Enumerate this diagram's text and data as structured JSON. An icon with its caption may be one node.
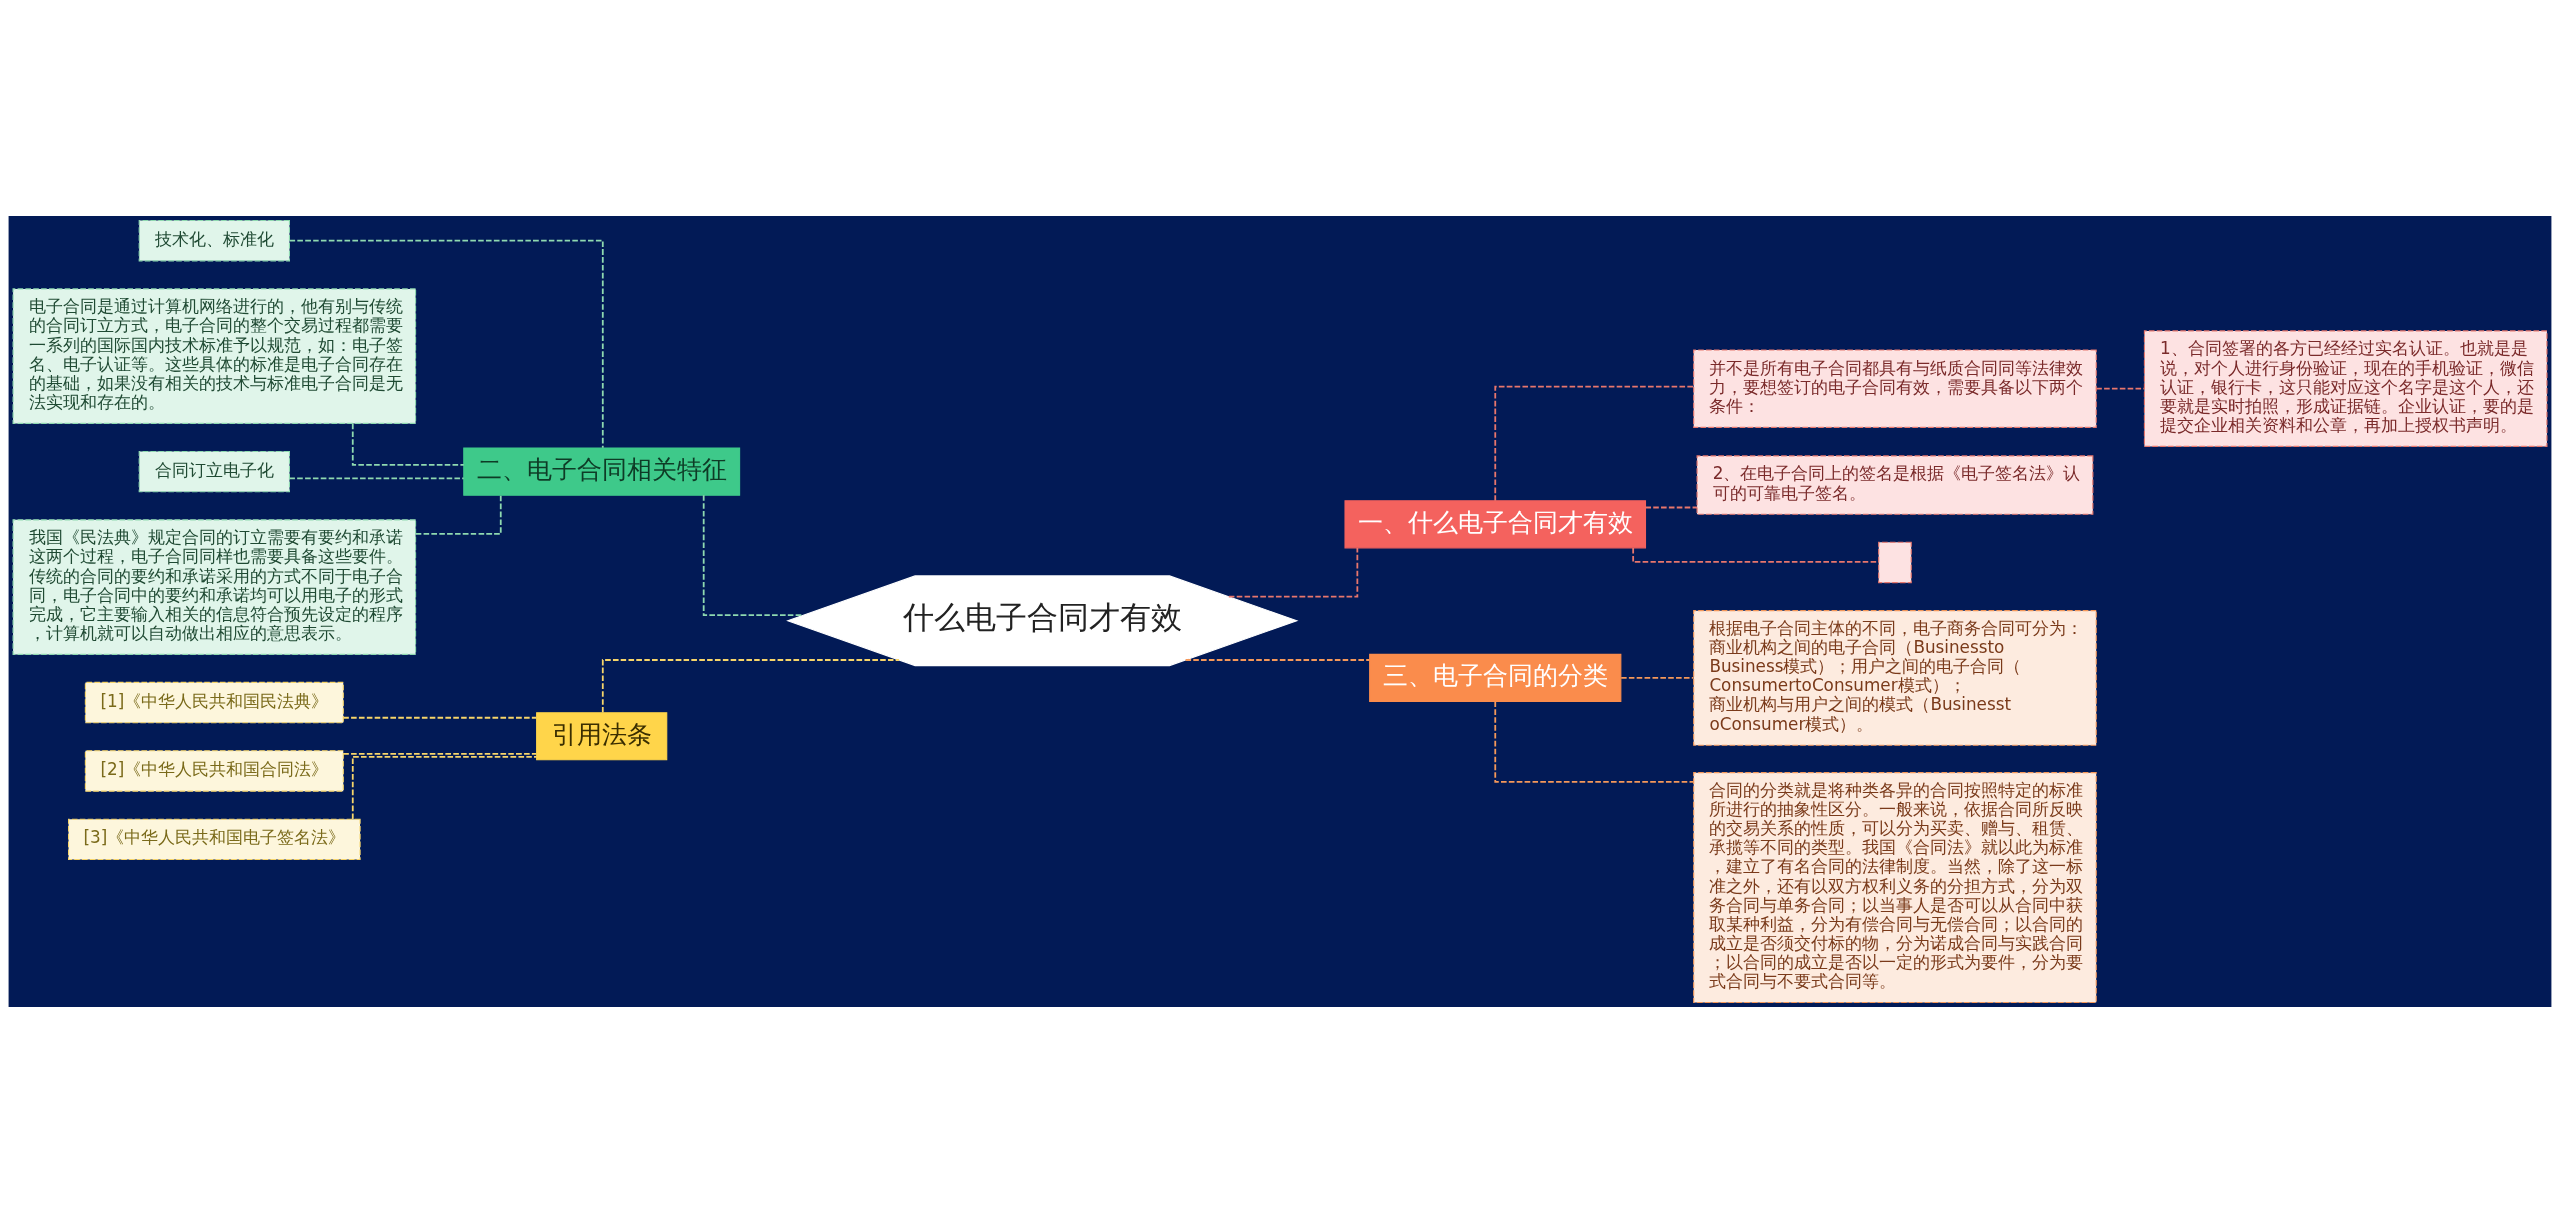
{
  "diagram": {
    "nodes": [
      {
        "text": [
          "什么电子合同才有效"
        ]
      },
      {
        "text": [
          "一、什么电子合同才有效"
        ]
      },
      {
        "text": [
          "并不是所有电子合同都具有与纸质合同同等法律效力，要想签订的电子合同有效，需要具备以下两个条件："
        ]
      },
      {
        "text": [
          "1、合同签署的各方已经经过实名认证。也就是是说，对个人进行身份验证，现在的手机验证，微信认证，银行卡，这只能对应这个名字是这个人，还要就是实时拍照，形成证据链。企业认证，要的是提交企业相关资料和公章，再加上授权书声明。"
        ]
      },
      {
        "text": [
          "2、在电子合同上的签名是根据《电子签名法》认可的可靠电子签名。"
        ]
      },
      {
        "text": [],
        "shape": "box"
      },
      {
        "text": [
          "三、电子合同的分类"
        ]
      },
      {
        "text": [
          "根据电子合同主体的不同，电子商务合同可分为：商业机构之间的电子合同（BusinesstoBusiness模式）；用户之间的电子合同（ConsumertoConsumer模式）；商业机构与用户之间的模式（BusinesstoConsumer模式）。"
        ]
      },
      {
        "text": [
          "合同的分类就是将种类各异的合同按照特定的标准所进行的抽象性区分。一般来说，依据合同所反映的交易关系的性质，可以分为买卖、赠与、租赁、承揽等不同的类型。我国《合同法》就以此为标准，建立了有名合同的法律制度。当然，除了这一标准之外，还有以双方权利义务的分担方式，分为双务合同与单务合同；以当事人是否可以从合同中获取某种利益，分为有偿合同与无偿合同；以合同的成立是否须交付标的物，分为诺成合同与实践合同；以合同的成立是否以一定的形式为要件，分为要式合同与不要式合同等。"
        ]
      },
      {
        "text": [
          "二、电子合同相关特征"
        ]
      },
      {
        "text": [
          "技术化、标准化"
        ]
      },
      {
        "text": [
          "电子合同是通过计算机网络进行的，他有别与传统的合同订立方式，电子合同的整个交易过程都需要一系列的国际国内技术标准予以规范，如：电子签名、电子认证等。这些具体的标准是电子合同存在的基础，如果没有相关的技术与标准电子合同是无法实现和存在的。"
        ]
      },
      {
        "text": [
          "合同订立电子化"
        ]
      },
      {
        "text": [
          "我国《民法典》规定合同的订立需要有要约和承诺这两个过程，电子合同同样也需要具备这些要件。传统的合同的要约和承诺采用的方式不同于电子合同，电子合同中的要约和承诺均可以用电子的形式完成，它主要输入相关的信息符合预先设定的程序，计算机就可以自动做出相应的意思表示。"
        ]
      },
      {
        "text": [
          "引用法条"
        ]
      },
      {
        "text": [
          "[1]《中华人民共和国民法典》"
        ]
      },
      {
        "text": [
          "[2]《中华人民共和国合同法》"
        ]
      },
      {
        "text": [
          "[3]《中华人民共和国电子签名法》"
        ]
      }
    ],
    "edges": [
      {
        "from": 0,
        "to": 1,
        "arrow": "none",
        "style": "dashed",
        "color": "#e8766c"
      },
      {
        "from": 1,
        "to": 2,
        "arrow": "none",
        "style": "dashed",
        "color": "#e8766c"
      },
      {
        "from": 2,
        "to": 3,
        "arrow": "none",
        "style": "dashed",
        "color": "#e8766c"
      },
      {
        "from": 1,
        "to": 4,
        "arrow": "none",
        "style": "dashed",
        "color": "#e8766c"
      },
      {
        "from": 1,
        "to": 5,
        "arrow": "none",
        "style": "dashed",
        "color": "#e8766c"
      },
      {
        "from": 0,
        "to": 6,
        "arrow": "none",
        "style": "dashed",
        "color": "#f5985a"
      },
      {
        "from": 6,
        "to": 7,
        "arrow": "none",
        "style": "dashed",
        "color": "#f5985a"
      },
      {
        "from": 6,
        "to": 8,
        "arrow": "none",
        "style": "dashed",
        "color": "#f5985a"
      },
      {
        "from": 0,
        "to": 9,
        "arrow": "none",
        "style": "dashed",
        "color": "#8fd9b0"
      },
      {
        "from": 9,
        "to": 10,
        "arrow": "none",
        "style": "dashed",
        "color": "#8fd9b0"
      },
      {
        "from": 9,
        "to": 11,
        "arrow": "none",
        "style": "dashed",
        "color": "#8fd9b0"
      },
      {
        "from": 9,
        "to": 12,
        "arrow": "none",
        "style": "dashed",
        "color": "#8fd9b0"
      },
      {
        "from": 9,
        "to": 13,
        "arrow": "none",
        "style": "dashed",
        "color": "#8fd9b0"
      },
      {
        "from": 0,
        "to": 14,
        "arrow": "none",
        "style": "dashed",
        "color": "#f7d56a"
      },
      {
        "from": 14,
        "to": 15,
        "arrow": "none",
        "style": "dashed",
        "color": "#f7d56a"
      },
      {
        "from": 14,
        "to": 16,
        "arrow": "none",
        "style": "dashed",
        "color": "#f7d56a"
      },
      {
        "from": 14,
        "to": 17,
        "arrow": "none",
        "style": "dashed",
        "color": "#f7d56a"
      }
    ]
  }
}
